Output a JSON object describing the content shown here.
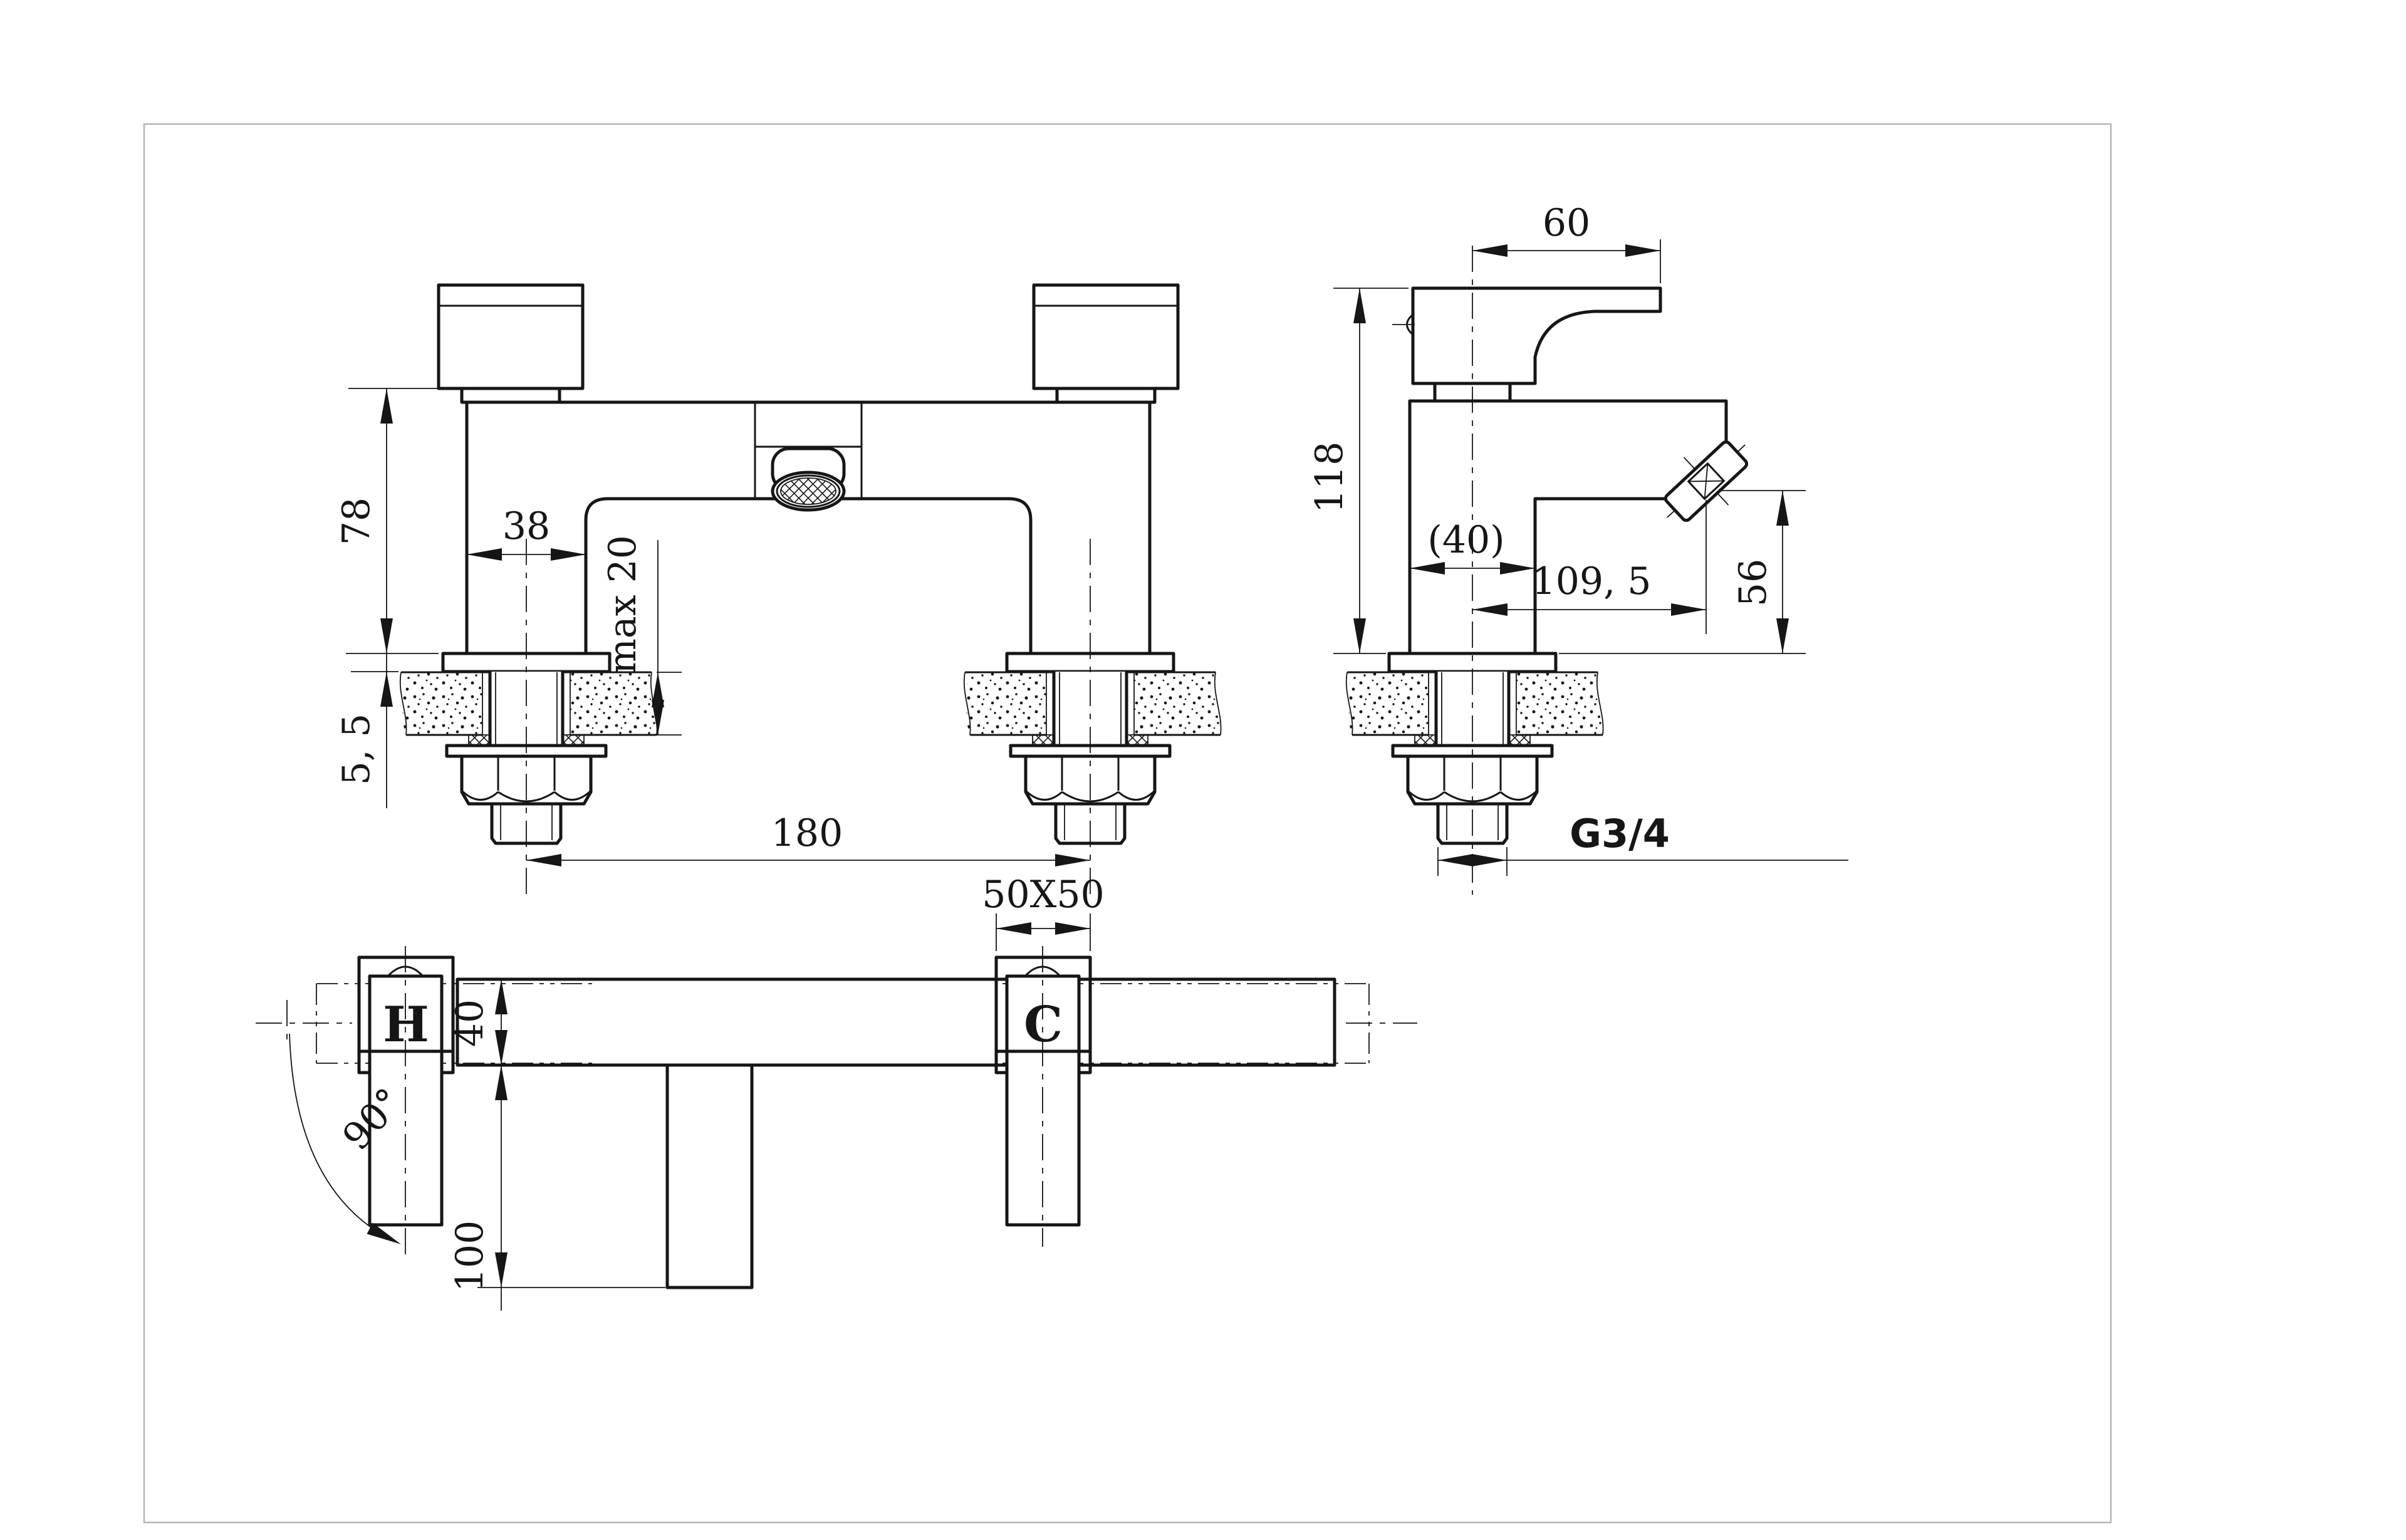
{
  "page": {
    "background": "#ffffff",
    "frame_color": "#b5b5b5",
    "line_color": "#161616",
    "drawing_type": "bath-mixer-tap-dimension-drawing"
  },
  "views": {
    "front": {
      "dims": {
        "height": "78",
        "leg_width": "38",
        "deck_thickness": "max 20",
        "base_height": "5, 5",
        "hole_centres": "180"
      }
    },
    "side": {
      "dims": {
        "handle_length": "60",
        "total_height": "118",
        "body_depth": "(40)",
        "spout_reach": "109, 5",
        "spout_height": "56",
        "thread": "G3/4"
      }
    },
    "plan": {
      "dims": {
        "handle_size": "50X50",
        "body_width": "40",
        "spout_length": "100",
        "handle_swing": "90°"
      },
      "labels": {
        "hot": "H",
        "cold": "C"
      }
    }
  }
}
